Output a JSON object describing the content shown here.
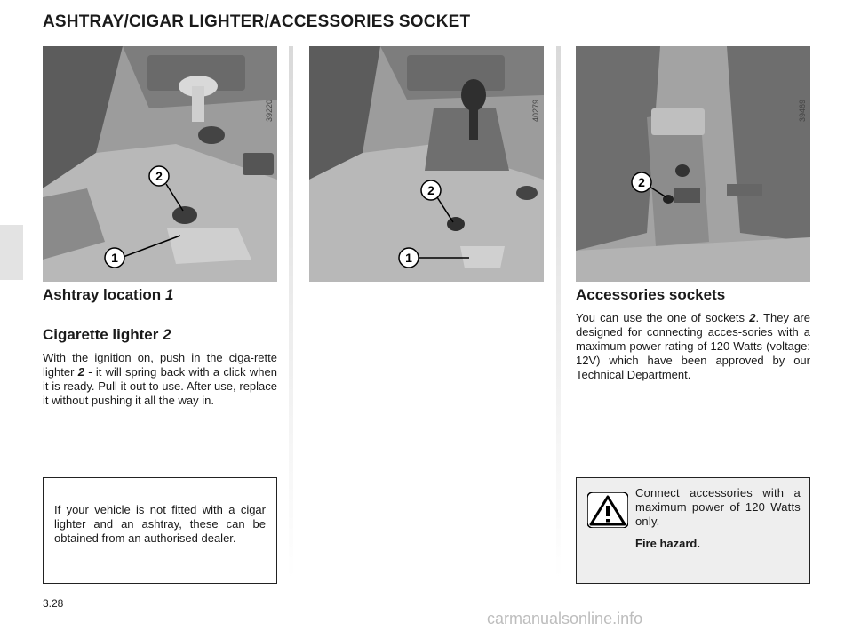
{
  "page": {
    "title": "ASHTRAY/CIGAR LIGHTER/ACCESSORIES SOCKET",
    "page_number": "3.28",
    "watermark": "carmanualsonline.info"
  },
  "figures": [
    {
      "ref": "39220",
      "callouts": [
        "2",
        "1"
      ]
    },
    {
      "ref": "40279",
      "callouts": [
        "2",
        "1"
      ]
    },
    {
      "ref": "39469",
      "callouts": [
        "2"
      ]
    }
  ],
  "left": {
    "heading_ashtray": "Ashtray location",
    "heading_ashtray_num": "1",
    "heading_lighter": "Cigarette lighter",
    "heading_lighter_num": "2",
    "lighter_text_1": "With the ignition on, push in the ciga-rette lighter",
    "lighter_text_ref": "2",
    "lighter_text_2": "- it will spring back with a click when it is ready. Pull it out to use. After use, replace it without pushing it all the way in.",
    "note": "If your vehicle is not fitted with a cigar lighter and an ashtray, these can be obtained from an authorised dealer."
  },
  "right": {
    "heading_sockets": "Accessories sockets",
    "sockets_text_1": "You can use the one of sockets",
    "sockets_text_ref": "2",
    "sockets_text_2": ". They are designed for connecting acces-sories with a maximum power rating of 120 Watts (voltage: 12V) which have been approved by our Technical Department.",
    "warning_text": "Connect accessories with a maximum power of 120 Watts only.",
    "warning_bold": "Fire hazard.",
    "warning_icon": "warning-triangle-icon"
  }
}
